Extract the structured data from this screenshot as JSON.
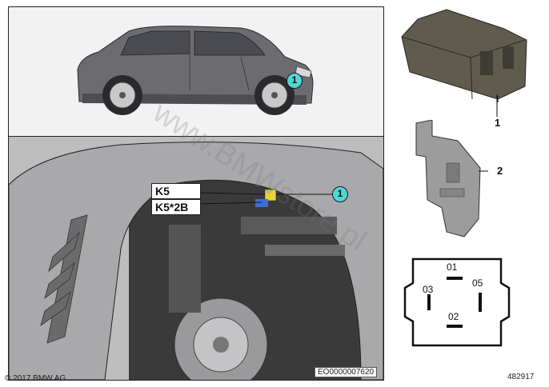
{
  "callouts": {
    "label_primary": "K5",
    "label_secondary": "K5*2B",
    "marker_top": "1",
    "marker_bottom": "1"
  },
  "parts": {
    "relay_item": "1",
    "bracket_item": "2"
  },
  "pinout": {
    "pins": [
      "01",
      "03",
      "05",
      "02"
    ]
  },
  "footer": {
    "copyright": "© 2017 BMW AG",
    "image_code": "EO0000007620",
    "diagram_number": "482917"
  },
  "watermark": "www.BMWstore.pl"
}
